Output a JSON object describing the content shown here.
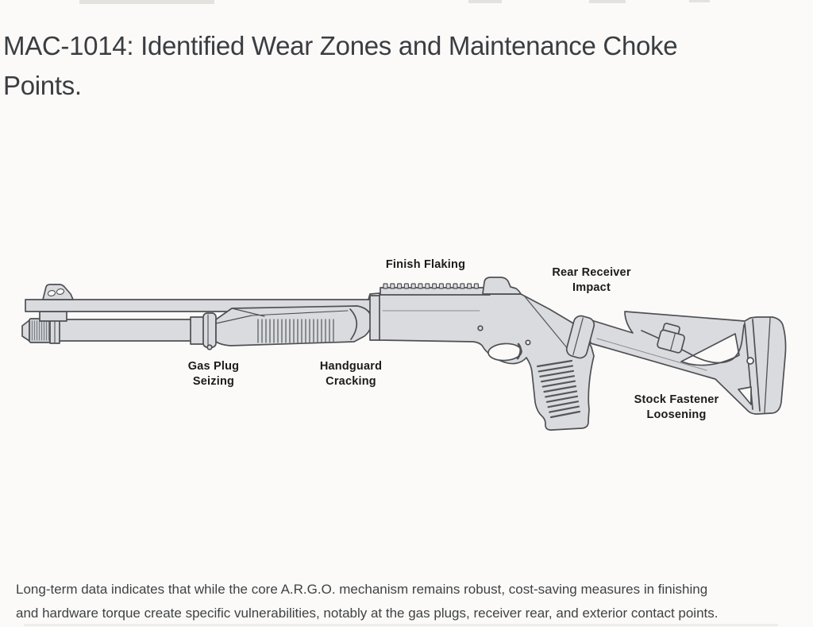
{
  "title": {
    "lines": [
      "MAC-1014: Identified Wear Zones and Maintenance Choke",
      "Points."
    ]
  },
  "diagram": {
    "illustration": "MAC-1014 semi-automatic shotgun, left side profile line drawing",
    "labels": [
      {
        "id": "finish-flaking",
        "lines": [
          "Finish Flaking",
          ""
        ]
      },
      {
        "id": "rear-receiver-impact",
        "lines": [
          "Rear Receiver",
          "Impact"
        ]
      },
      {
        "id": "gas-plug-seizing",
        "lines": [
          "Gas Plug",
          "Seizing"
        ]
      },
      {
        "id": "handguard-cracking",
        "lines": [
          "Handguard",
          "Cracking"
        ]
      },
      {
        "id": "stock-fastener-loosening",
        "lines": [
          "Stock Fastener",
          "Loosening"
        ]
      }
    ]
  },
  "caption": {
    "lines": [
      "Long-term data indicates that while the core A.R.G.O. mechanism remains robust, cost-saving measures in finishing",
      "and hardware torque create specific vulnerabilities, notably at the gas plugs, receiver rear, and exterior contact points."
    ]
  },
  "colors": {
    "background": "#fbfaf8",
    "gun_fill": "#d9dbde",
    "gun_fill_dark": "#c9ccd0",
    "gun_outline": "#4e5054",
    "label_text": "#1d1b18",
    "title_text": "#3a3d41",
    "caption_text": "#3f4245"
  }
}
